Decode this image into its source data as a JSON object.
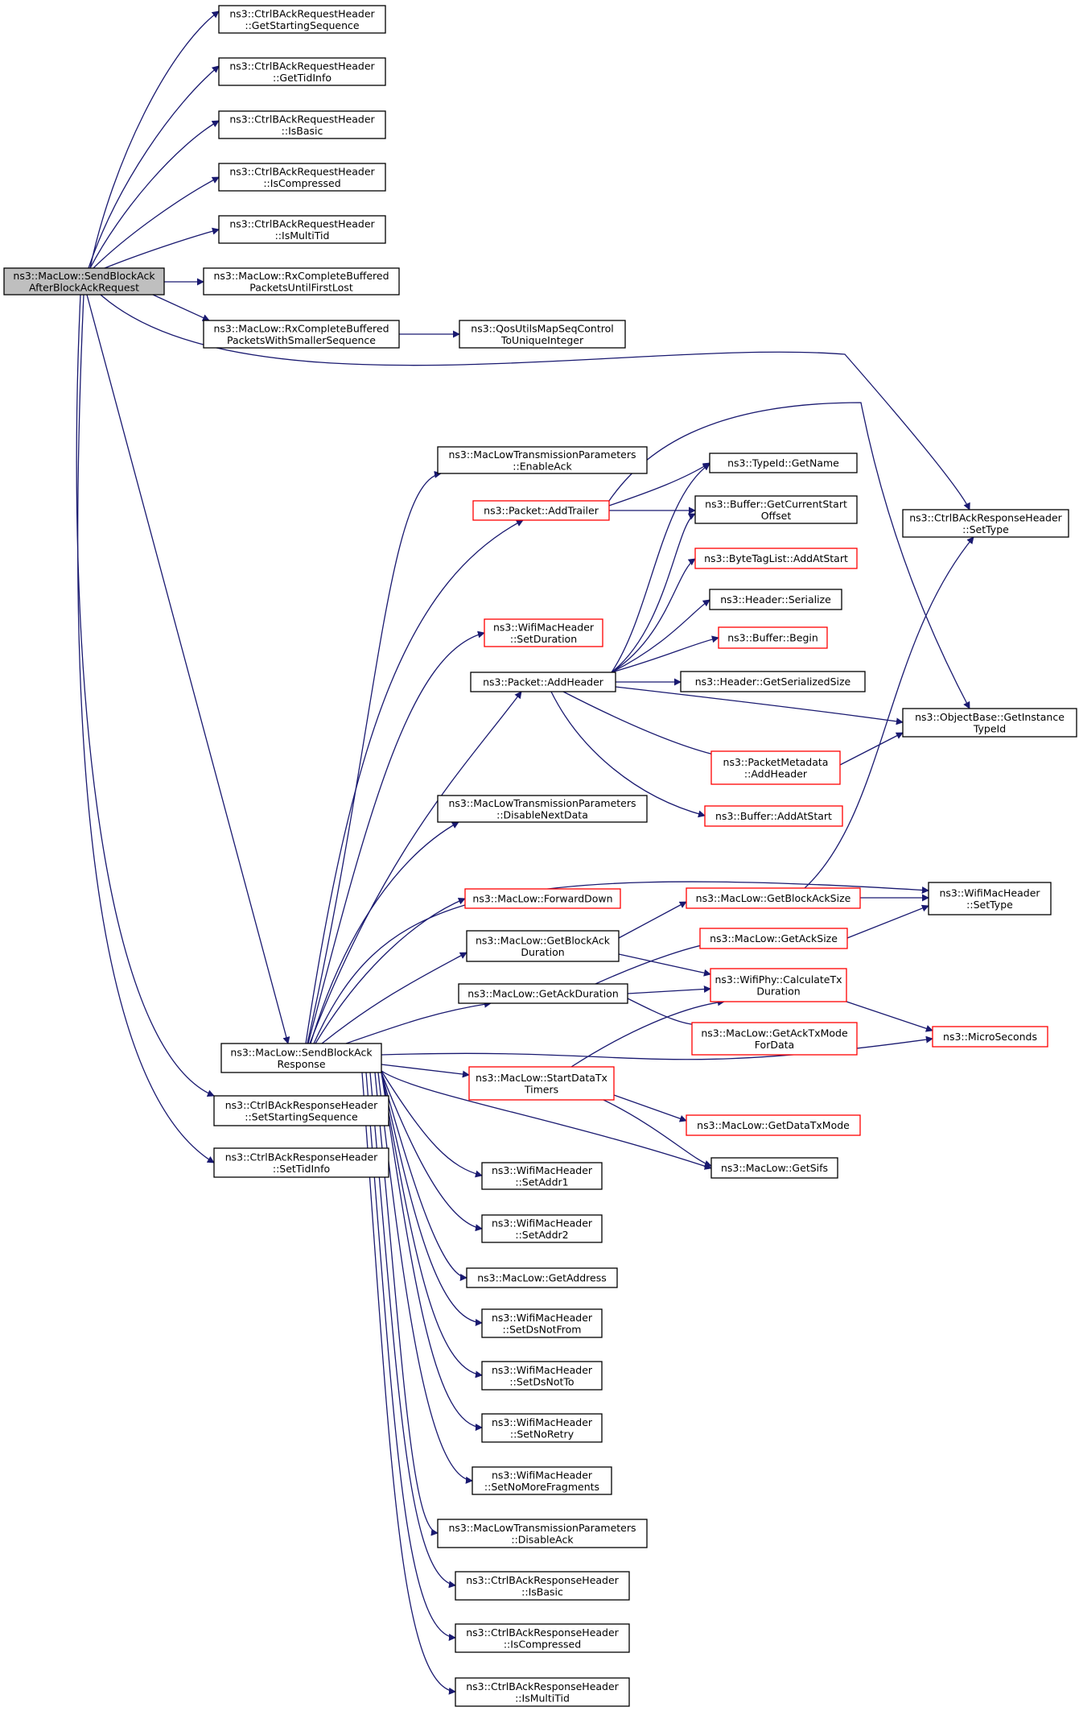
{
  "colors": {
    "edge": "#191970",
    "normal_border": "#000000",
    "red_border": "#ff0000",
    "root_fill": "#bfbfbf",
    "node_fill": "#ffffff"
  },
  "nodes": [
    {
      "id": "root",
      "lines": [
        "ns3::MacLow::SendBlockAck",
        "AfterBlockAckRequest"
      ],
      "style": "root"
    },
    {
      "id": "n_getstartseq",
      "lines": [
        "ns3::CtrlBAckRequestHeader",
        "::GetStartingSequence"
      ],
      "style": "normal"
    },
    {
      "id": "n_gettidinfo",
      "lines": [
        "ns3::CtrlBAckRequestHeader",
        "::GetTidInfo"
      ],
      "style": "normal"
    },
    {
      "id": "n_isbasic_req",
      "lines": [
        "ns3::CtrlBAckRequestHeader",
        "::IsBasic"
      ],
      "style": "normal"
    },
    {
      "id": "n_iscompressed_req",
      "lines": [
        "ns3::CtrlBAckRequestHeader",
        "::IsCompressed"
      ],
      "style": "normal"
    },
    {
      "id": "n_ismultitid_req",
      "lines": [
        "ns3::CtrlBAckRequestHeader",
        "::IsMultiTid"
      ],
      "style": "normal"
    },
    {
      "id": "n_rxfirstlost",
      "lines": [
        "ns3::MacLow::RxCompleteBuffered",
        "PacketsUntilFirstLost"
      ],
      "style": "normal"
    },
    {
      "id": "n_rxsmaller",
      "lines": [
        "ns3::MacLow::RxCompleteBuffered",
        "PacketsWithSmallerSequence"
      ],
      "style": "normal"
    },
    {
      "id": "n_qosmap",
      "lines": [
        "ns3::QosUtilsMapSeqControl",
        "ToUniqueInteger"
      ],
      "style": "normal"
    },
    {
      "id": "n_enableack",
      "lines": [
        "ns3::MacLowTransmissionParameters",
        "::EnableAck"
      ],
      "style": "normal"
    },
    {
      "id": "n_typeid_getname",
      "lines": [
        "ns3::TypeId::GetName"
      ],
      "style": "normal"
    },
    {
      "id": "n_addtrailer",
      "lines": [
        "ns3::Packet::AddTrailer"
      ],
      "style": "red"
    },
    {
      "id": "n_getcurrentstart",
      "lines": [
        "ns3::Buffer::GetCurrentStart",
        "Offset"
      ],
      "style": "normal"
    },
    {
      "id": "n_resp_settype",
      "lines": [
        "ns3::CtrlBAckResponseHeader",
        "::SetType"
      ],
      "style": "normal"
    },
    {
      "id": "n_bytetag",
      "lines": [
        "ns3::ByteTagList::AddAtStart"
      ],
      "style": "red"
    },
    {
      "id": "n_setduration",
      "lines": [
        "ns3::WifiMacHeader",
        "::SetDuration"
      ],
      "style": "red"
    },
    {
      "id": "n_hdr_serialize",
      "lines": [
        "ns3::Header::Serialize"
      ],
      "style": "normal"
    },
    {
      "id": "n_buf_begin",
      "lines": [
        "ns3::Buffer::Begin"
      ],
      "style": "red"
    },
    {
      "id": "n_addheader",
      "lines": [
        "ns3::Packet::AddHeader"
      ],
      "style": "normal"
    },
    {
      "id": "n_hdr_getsize",
      "lines": [
        "ns3::Header::GetSerializedSize"
      ],
      "style": "normal"
    },
    {
      "id": "n_getinstancetypeid",
      "lines": [
        "ns3::ObjectBase::GetInstance",
        "TypeId"
      ],
      "style": "normal"
    },
    {
      "id": "n_pm_addheader",
      "lines": [
        "ns3::PacketMetadata",
        "::AddHeader"
      ],
      "style": "red"
    },
    {
      "id": "n_buf_addatstart",
      "lines": [
        "ns3::Buffer::AddAtStart"
      ],
      "style": "red"
    },
    {
      "id": "n_disablenextdata",
      "lines": [
        "ns3::MacLowTransmissionParameters",
        "::DisableNextData"
      ],
      "style": "normal"
    },
    {
      "id": "n_forwarddown",
      "lines": [
        "ns3::MacLow::ForwardDown"
      ],
      "style": "red"
    },
    {
      "id": "n_getblockacksize",
      "lines": [
        "ns3::MacLow::GetBlockAckSize"
      ],
      "style": "red"
    },
    {
      "id": "n_wmh_settype",
      "lines": [
        "ns3::WifiMacHeader",
        "::SetType"
      ],
      "style": "normal"
    },
    {
      "id": "n_getblockackduration",
      "lines": [
        "ns3::MacLow::GetBlockAck",
        "Duration"
      ],
      "style": "normal"
    },
    {
      "id": "n_getacksize",
      "lines": [
        "ns3::MacLow::GetAckSize"
      ],
      "style": "red"
    },
    {
      "id": "n_getackduration",
      "lines": [
        "ns3::MacLow::GetAckDuration"
      ],
      "style": "normal"
    },
    {
      "id": "n_calctxduration",
      "lines": [
        "ns3::WifiPhy::CalculateTx",
        "Duration"
      ],
      "style": "red"
    },
    {
      "id": "n_getacktxmode",
      "lines": [
        "ns3::MacLow::GetAckTxMode",
        "ForData"
      ],
      "style": "red"
    },
    {
      "id": "n_microseconds",
      "lines": [
        "ns3::MicroSeconds"
      ],
      "style": "red"
    },
    {
      "id": "n_sendblockackresponse",
      "lines": [
        "ns3::MacLow::SendBlockAck",
        "Response"
      ],
      "style": "normal"
    },
    {
      "id": "n_startdatatxtimers",
      "lines": [
        "ns3::MacLow::StartDataTx",
        "Timers"
      ],
      "style": "red"
    },
    {
      "id": "n_resp_setstartseq",
      "lines": [
        "ns3::CtrlBAckResponseHeader",
        "::SetStartingSequence"
      ],
      "style": "normal"
    },
    {
      "id": "n_getdatatxmode",
      "lines": [
        "ns3::MacLow::GetDataTxMode"
      ],
      "style": "red"
    },
    {
      "id": "n_resp_settidinfo",
      "lines": [
        "ns3::CtrlBAckResponseHeader",
        "::SetTidInfo"
      ],
      "style": "normal"
    },
    {
      "id": "n_getsifs",
      "lines": [
        "ns3::MacLow::GetSifs"
      ],
      "style": "normal"
    },
    {
      "id": "n_setaddr1",
      "lines": [
        "ns3::WifiMacHeader",
        "::SetAddr1"
      ],
      "style": "normal"
    },
    {
      "id": "n_setaddr2",
      "lines": [
        "ns3::WifiMacHeader",
        "::SetAddr2"
      ],
      "style": "normal"
    },
    {
      "id": "n_getaddress",
      "lines": [
        "ns3::MacLow::GetAddress"
      ],
      "style": "normal"
    },
    {
      "id": "n_setdsnotfrom",
      "lines": [
        "ns3::WifiMacHeader",
        "::SetDsNotFrom"
      ],
      "style": "normal"
    },
    {
      "id": "n_setdsnotto",
      "lines": [
        "ns3::WifiMacHeader",
        "::SetDsNotTo"
      ],
      "style": "normal"
    },
    {
      "id": "n_setnoretry",
      "lines": [
        "ns3::WifiMacHeader",
        "::SetNoRetry"
      ],
      "style": "normal"
    },
    {
      "id": "n_setnomorefrag",
      "lines": [
        "ns3::WifiMacHeader",
        "::SetNoMoreFragments"
      ],
      "style": "normal"
    },
    {
      "id": "n_disableack",
      "lines": [
        "ns3::MacLowTransmissionParameters",
        "::DisableAck"
      ],
      "style": "normal"
    },
    {
      "id": "n_resp_isbasic",
      "lines": [
        "ns3::CtrlBAckResponseHeader",
        "::IsBasic"
      ],
      "style": "normal"
    },
    {
      "id": "n_resp_iscompressed",
      "lines": [
        "ns3::CtrlBAckResponseHeader",
        "::IsCompressed"
      ],
      "style": "normal"
    },
    {
      "id": "n_resp_ismultitid",
      "lines": [
        "ns3::CtrlBAckResponseHeader",
        "::IsMultiTid"
      ],
      "style": "normal"
    }
  ],
  "edges": [
    [
      "root",
      "n_getstartseq"
    ],
    [
      "root",
      "n_gettidinfo"
    ],
    [
      "root",
      "n_isbasic_req"
    ],
    [
      "root",
      "n_iscompressed_req"
    ],
    [
      "root",
      "n_ismultitid_req"
    ],
    [
      "root",
      "n_rxfirstlost"
    ],
    [
      "root",
      "n_rxsmaller"
    ],
    [
      "root",
      "n_resp_settype"
    ],
    [
      "root",
      "n_sendblockackresponse"
    ],
    [
      "root",
      "n_resp_setstartseq"
    ],
    [
      "root",
      "n_resp_settidinfo"
    ],
    [
      "n_rxsmaller",
      "n_qosmap"
    ],
    [
      "n_sendblockackresponse",
      "n_enableack"
    ],
    [
      "n_sendblockackresponse",
      "n_addtrailer"
    ],
    [
      "n_sendblockackresponse",
      "n_setduration"
    ],
    [
      "n_sendblockackresponse",
      "n_addheader"
    ],
    [
      "n_sendblockackresponse",
      "n_disablenextdata"
    ],
    [
      "n_sendblockackresponse",
      "n_wmh_settype"
    ],
    [
      "n_sendblockackresponse",
      "n_forwarddown"
    ],
    [
      "n_sendblockackresponse",
      "n_getblockackduration"
    ],
    [
      "n_sendblockackresponse",
      "n_getackduration"
    ],
    [
      "n_sendblockackresponse",
      "n_microseconds"
    ],
    [
      "n_sendblockackresponse",
      "n_startdatatxtimers"
    ],
    [
      "n_sendblockackresponse",
      "n_getsifs"
    ],
    [
      "n_sendblockackresponse",
      "n_setaddr1"
    ],
    [
      "n_sendblockackresponse",
      "n_setaddr2"
    ],
    [
      "n_sendblockackresponse",
      "n_getaddress"
    ],
    [
      "n_sendblockackresponse",
      "n_setdsnotfrom"
    ],
    [
      "n_sendblockackresponse",
      "n_setdsnotto"
    ],
    [
      "n_sendblockackresponse",
      "n_setnoretry"
    ],
    [
      "n_sendblockackresponse",
      "n_setnomorefrag"
    ],
    [
      "n_sendblockackresponse",
      "n_disableack"
    ],
    [
      "n_sendblockackresponse",
      "n_resp_isbasic"
    ],
    [
      "n_sendblockackresponse",
      "n_resp_iscompressed"
    ],
    [
      "n_sendblockackresponse",
      "n_resp_ismultitid"
    ],
    [
      "n_addtrailer",
      "n_typeid_getname"
    ],
    [
      "n_addtrailer",
      "n_getcurrentstart"
    ],
    [
      "n_addtrailer",
      "n_getinstancetypeid"
    ],
    [
      "n_addheader",
      "n_typeid_getname"
    ],
    [
      "n_addheader",
      "n_getcurrentstart"
    ],
    [
      "n_addheader",
      "n_bytetag"
    ],
    [
      "n_addheader",
      "n_hdr_serialize"
    ],
    [
      "n_addheader",
      "n_buf_begin"
    ],
    [
      "n_addheader",
      "n_hdr_getsize"
    ],
    [
      "n_addheader",
      "n_getinstancetypeid"
    ],
    [
      "n_addheader",
      "n_pm_addheader"
    ],
    [
      "n_addheader",
      "n_buf_addatstart"
    ],
    [
      "n_pm_addheader",
      "n_getinstancetypeid"
    ],
    [
      "n_getblockacksize",
      "n_resp_settype"
    ],
    [
      "n_getblockacksize",
      "n_wmh_settype"
    ],
    [
      "n_getacksize",
      "n_wmh_settype"
    ],
    [
      "n_getblockackduration",
      "n_getblockacksize"
    ],
    [
      "n_getblockackduration",
      "n_calctxduration"
    ],
    [
      "n_getackduration",
      "n_getacksize"
    ],
    [
      "n_getackduration",
      "n_calctxduration"
    ],
    [
      "n_getackduration",
      "n_getacktxmode"
    ],
    [
      "n_calctxduration",
      "n_microseconds"
    ],
    [
      "n_startdatatxtimers",
      "n_calctxduration"
    ],
    [
      "n_startdatatxtimers",
      "n_getdatatxmode"
    ],
    [
      "n_startdatatxtimers",
      "n_getsifs"
    ]
  ]
}
